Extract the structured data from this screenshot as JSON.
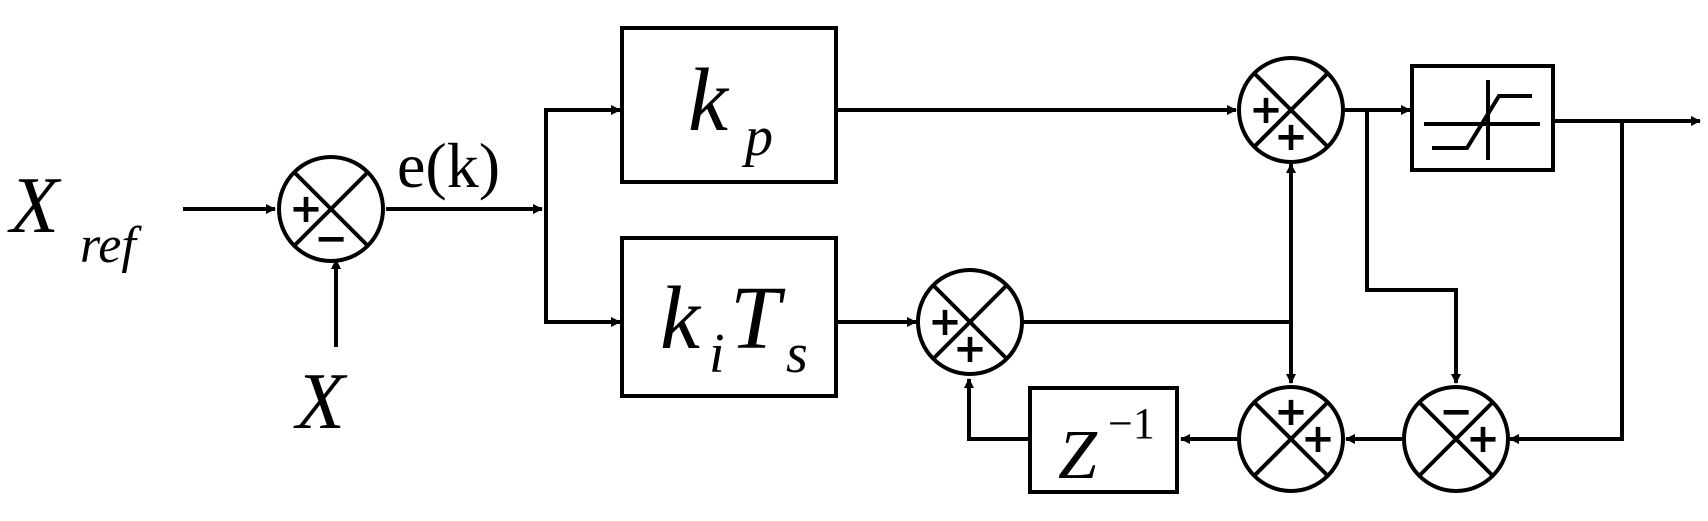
{
  "labels": {
    "x_ref_main": "X",
    "x_ref_sub": "ref",
    "x_feedback": "X",
    "error": "e(k)",
    "kp_main": "k",
    "kp_sub": "p",
    "ki_main": "k",
    "ki_sub": "i",
    "ts_main": "T",
    "ts_sub": "s",
    "delay_main": "Z",
    "delay_exp": "−1"
  },
  "signs": {
    "sj1_in": "+",
    "sj1_fb": "−",
    "sj2_left": "+",
    "sj2_bottom": "+",
    "sj3_left": "+",
    "sj3_bottom": "+",
    "sj4_top": "+",
    "sj4_right": "+",
    "sj5_top": "−",
    "sj5_right": "+"
  },
  "colors": {
    "stroke": "#000000",
    "background": "#ffffff"
  }
}
